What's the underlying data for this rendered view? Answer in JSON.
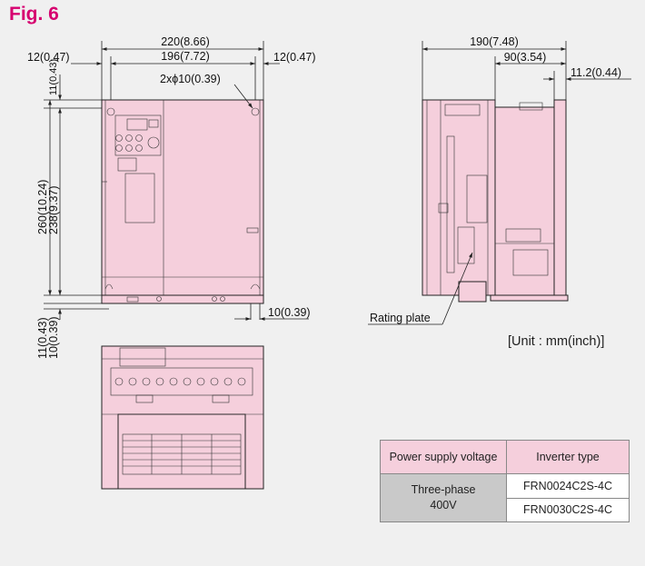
{
  "figure": {
    "title": "Fig. 6",
    "unit_note": "[Unit : mm(inch)]",
    "callout_rating_plate": "Rating plate"
  },
  "dimensions": {
    "overall_width": "220(8.66)",
    "mount_pitch": "196(7.72)",
    "left_margin": "12(0.47)",
    "right_margin": "12(0.47)",
    "top_margin": "11(0.43)",
    "holes": "2xϕ10(0.39)",
    "overall_height": "260(10.24)",
    "mount_height": "238(9.37)",
    "bottom_margin": "11(0.43)",
    "bottom_slot": "10(0.39)",
    "slot_width": "10(0.39)",
    "overall_depth": "190(7.48)",
    "rear_depth": "90(3.54)",
    "flange": "11.2(0.44)"
  },
  "table": {
    "header": {
      "col1": "Power supply voltage",
      "col2": "Inverter type"
    },
    "group_label": "Three-phase 400V",
    "rows": [
      "FRN0024C2S-4C",
      "FRN0030C2S-4C"
    ]
  }
}
